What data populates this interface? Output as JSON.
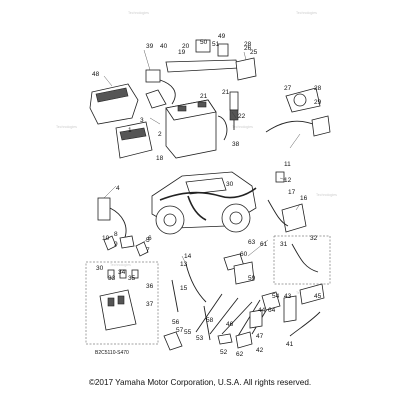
{
  "diagram": {
    "part_code": "B2C5110-S470",
    "watermark": "Technologies",
    "callouts": [
      {
        "id": "c1",
        "label": "1"
      },
      {
        "id": "c2",
        "label": "2"
      },
      {
        "id": "c3",
        "label": "3"
      },
      {
        "id": "c4",
        "label": "4"
      },
      {
        "id": "c5",
        "label": "5"
      },
      {
        "id": "c6",
        "label": "6"
      },
      {
        "id": "c7",
        "label": "7"
      },
      {
        "id": "c8",
        "label": "8"
      },
      {
        "id": "c9",
        "label": "9"
      },
      {
        "id": "c10",
        "label": "10"
      },
      {
        "id": "c11",
        "label": "11"
      },
      {
        "id": "c12",
        "label": "12"
      },
      {
        "id": "c13",
        "label": "13"
      },
      {
        "id": "c14",
        "label": "14"
      },
      {
        "id": "c15",
        "label": "15"
      },
      {
        "id": "c16",
        "label": "16"
      },
      {
        "id": "c17",
        "label": "17"
      },
      {
        "id": "c18",
        "label": "18"
      },
      {
        "id": "c19",
        "label": "19"
      },
      {
        "id": "c20",
        "label": "20"
      },
      {
        "id": "c21a",
        "label": "21"
      },
      {
        "id": "c21b",
        "label": "21"
      },
      {
        "id": "c22",
        "label": "22"
      },
      {
        "id": "c25",
        "label": "25"
      },
      {
        "id": "c26",
        "label": "26"
      },
      {
        "id": "c27",
        "label": "27"
      },
      {
        "id": "c28a",
        "label": "28"
      },
      {
        "id": "c28b",
        "label": "28"
      },
      {
        "id": "c29",
        "label": "29"
      },
      {
        "id": "c30a",
        "label": "30"
      },
      {
        "id": "c30b",
        "label": "30"
      },
      {
        "id": "c31",
        "label": "31"
      },
      {
        "id": "c32",
        "label": "32"
      },
      {
        "id": "c33",
        "label": "33"
      },
      {
        "id": "c34",
        "label": "34"
      },
      {
        "id": "c35",
        "label": "35"
      },
      {
        "id": "c36",
        "label": "36"
      },
      {
        "id": "c37",
        "label": "37"
      },
      {
        "id": "c38",
        "label": "38"
      },
      {
        "id": "c39",
        "label": "39"
      },
      {
        "id": "c40",
        "label": "40"
      },
      {
        "id": "c41",
        "label": "41"
      },
      {
        "id": "c42",
        "label": "42"
      },
      {
        "id": "c43",
        "label": "43"
      },
      {
        "id": "c44",
        "label": "44"
      },
      {
        "id": "c45",
        "label": "45"
      },
      {
        "id": "c46",
        "label": "46"
      },
      {
        "id": "c47",
        "label": "47"
      },
      {
        "id": "c48",
        "label": "48"
      },
      {
        "id": "c49",
        "label": "49"
      },
      {
        "id": "c50",
        "label": "50"
      },
      {
        "id": "c51",
        "label": "51"
      },
      {
        "id": "c52",
        "label": "52"
      },
      {
        "id": "c53",
        "label": "53"
      },
      {
        "id": "c54",
        "label": "54"
      },
      {
        "id": "c55",
        "label": "55"
      },
      {
        "id": "c56",
        "label": "56"
      },
      {
        "id": "c57",
        "label": "57"
      },
      {
        "id": "c58",
        "label": "58"
      },
      {
        "id": "c59",
        "label": "59"
      },
      {
        "id": "c60",
        "label": "60"
      },
      {
        "id": "c61",
        "label": "61"
      },
      {
        "id": "c62",
        "label": "62"
      },
      {
        "id": "c63",
        "label": "63"
      },
      {
        "id": "c64",
        "label": "64"
      }
    ]
  },
  "footer": {
    "copyright": "©2017 Yamaha Motor Corporation, U.S.A. All rights reserved."
  }
}
